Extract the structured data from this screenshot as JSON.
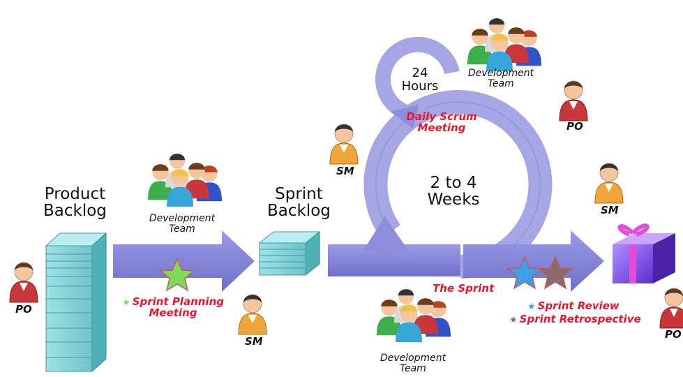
{
  "stages": {
    "product_backlog": [
      "Product",
      "Backlog"
    ],
    "sprint_backlog": [
      "Sprint",
      "Backlog"
    ],
    "daily_cycle": [
      "24",
      "Hours"
    ],
    "sprint_cycle": [
      "2 to 4",
      "Weeks"
    ]
  },
  "events": {
    "daily_scrum": [
      "Daily Scrum",
      "Meeting"
    ],
    "sprint_planning": [
      "Sprint Planning",
      "Meeting"
    ],
    "the_sprint": "The Sprint",
    "sprint_review": "Sprint Review",
    "sprint_retrospective": "Sprint Retrospective"
  },
  "roles": {
    "po": "PO",
    "sm": "SM",
    "team": [
      "Development",
      "Team"
    ]
  },
  "colors": {
    "arrow": "#8383d8",
    "cycle": "#a6a6e4",
    "stack": "#7fd1d6",
    "event_text": "#e8162a",
    "planning_star": "#7ed957",
    "review_star": "#3aa0e8",
    "retro_star": "#8a6a6a",
    "gift": "#7b4fe0"
  },
  "icons": [
    "person-icon",
    "team-icon",
    "star-icon",
    "gift-icon",
    "stack-icon"
  ]
}
